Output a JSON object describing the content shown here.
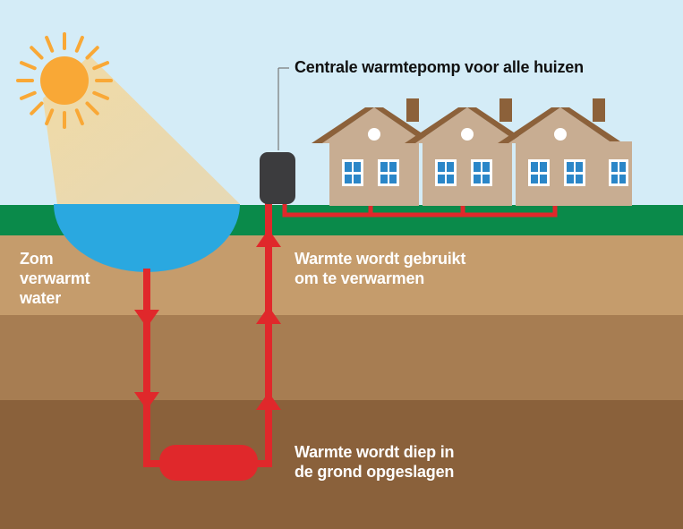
{
  "labels": {
    "pump": "Centrale warmtepomp voor alle huizen",
    "sun_water": [
      "Zom",
      "verwarmt",
      "water"
    ],
    "heat_used": [
      "Warmte wordt gebruikt",
      "om te verwarmen"
    ],
    "heat_stored": [
      "Warmte wordt diep in",
      "de grond opgeslagen"
    ]
  },
  "colors": {
    "sky": "#d4ecf7",
    "grass": "#0a8a4a",
    "soil_top": "#c59c6c",
    "soil_middle": "#a77d52",
    "soil_deep": "#8a613b",
    "water": "#2aa8e0",
    "pipe": "#e0282b",
    "sun": "#f9a836",
    "pump": "#3c3c3e",
    "house_wall": "#c8ad92",
    "house_roof": "#8c613a",
    "window": "#ffffff",
    "window_pane": "#2a86c8",
    "text_dark": "#111111",
    "text_light": "#ffffff"
  },
  "icons": {
    "sun": "sun-icon",
    "pump": "heat-pump-icon",
    "house": "house-icon",
    "storage": "storage-tank-icon"
  },
  "houses": 3
}
